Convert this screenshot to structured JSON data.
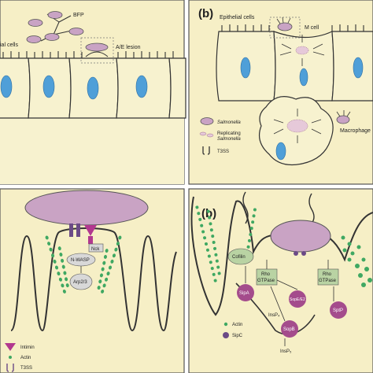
{
  "panel_a": {
    "bfp_label": "BFP",
    "epithelial_label": "ial cells",
    "lesion_label": "A/E lesion"
  },
  "panel_b": {
    "tag": "(b)",
    "epithelial_label": "Epithelial cells",
    "m_cell_label": "M cell",
    "macrophage_label": "Macrophage",
    "legend": {
      "salmonella": "Salmonella",
      "replicating_line1": "Replicating",
      "replicating_line2": "Salmonella",
      "t3ss": "T3SS"
    }
  },
  "panel_c": {
    "nck_label": "Nck",
    "nwasp_label": "N-WASP",
    "arp_label": "Arp2/3",
    "legend": {
      "intimin": "Intimin",
      "actin": "Actin",
      "t3ss": "T3SS"
    }
  },
  "panel_d": {
    "tag": "(b)",
    "cofilin_label": "Cofilin",
    "rho1_line1": "Rho",
    "rho1_line2": "GTPase",
    "rho2_line1": "Rho",
    "rho2_line2": "GTPase",
    "sipa_label": "SipA",
    "sope_label": "SopE/E2",
    "sopb_label": "SopB",
    "sptp_label": "SptP",
    "insp4_label": "InsP₄",
    "insp5_label": "InsP₅",
    "legend": {
      "actin": "Actin",
      "sipc": "SipC"
    }
  },
  "colors": {
    "panel_bg": "#f6efc6",
    "cell_fill": "#f7f2cf",
    "nucleus": "#4f9fd8",
    "bacteria": "#c9a3c4",
    "actin": "#3fa862",
    "effector": "#a44c8c",
    "box_green": "#b9d3a3",
    "intimin": "#b2388f",
    "t3ss": "#6b4a86"
  }
}
